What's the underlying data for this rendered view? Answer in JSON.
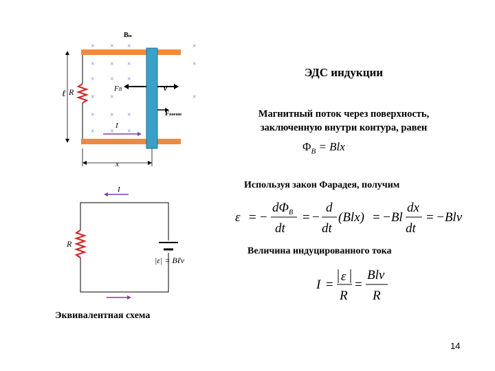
{
  "slide": {
    "title": "ЭДС индукции",
    "text_flux": "Магнитный поток через поверхность, заключенную внутри контура, равен",
    "flux_formula": {
      "phi": "Φ",
      "sub": "B",
      "rhs": " = Blx"
    },
    "text_faraday": "Используя закон Фарадея, получим",
    "text_current": "Величина индуцированного тока",
    "caption": "Эквивалентная схема",
    "page_number": "14"
  },
  "figure_top": {
    "label_B": "B",
    "label_B_sub": "in",
    "label_R": "R",
    "label_l": "ℓ",
    "label_FB": "F",
    "label_FB_sub": "B",
    "label_v": "v",
    "label_Fext": "F",
    "label_Fext_sub": "внешн",
    "label_I": "I",
    "label_x": "x",
    "field_mark": "×"
  },
  "figure_circuit": {
    "label_I": "I",
    "label_R": "R",
    "label_emf": "|ε| = Bℓv"
  },
  "eq_faraday": {
    "emf": "ε",
    "eq": "=",
    "minus": "−",
    "dPhi": "dΦ",
    "dPhi_sub": "B",
    "dt": "dt",
    "d": "d",
    "Blx": "(Blx)",
    "minusBl": "−Bl",
    "dx": "dx",
    "result": "−Blv"
  },
  "eq_current": {
    "I": "I",
    "eq": "=",
    "emf": "ε",
    "R": "R",
    "Blv": "Blv"
  },
  "colors": {
    "rail": "#f08a3c",
    "bar": "#3aa0c8",
    "arrow_purple": "#7b3fa8",
    "resistor": "#d42020",
    "field_x": "#5a78c8"
  }
}
